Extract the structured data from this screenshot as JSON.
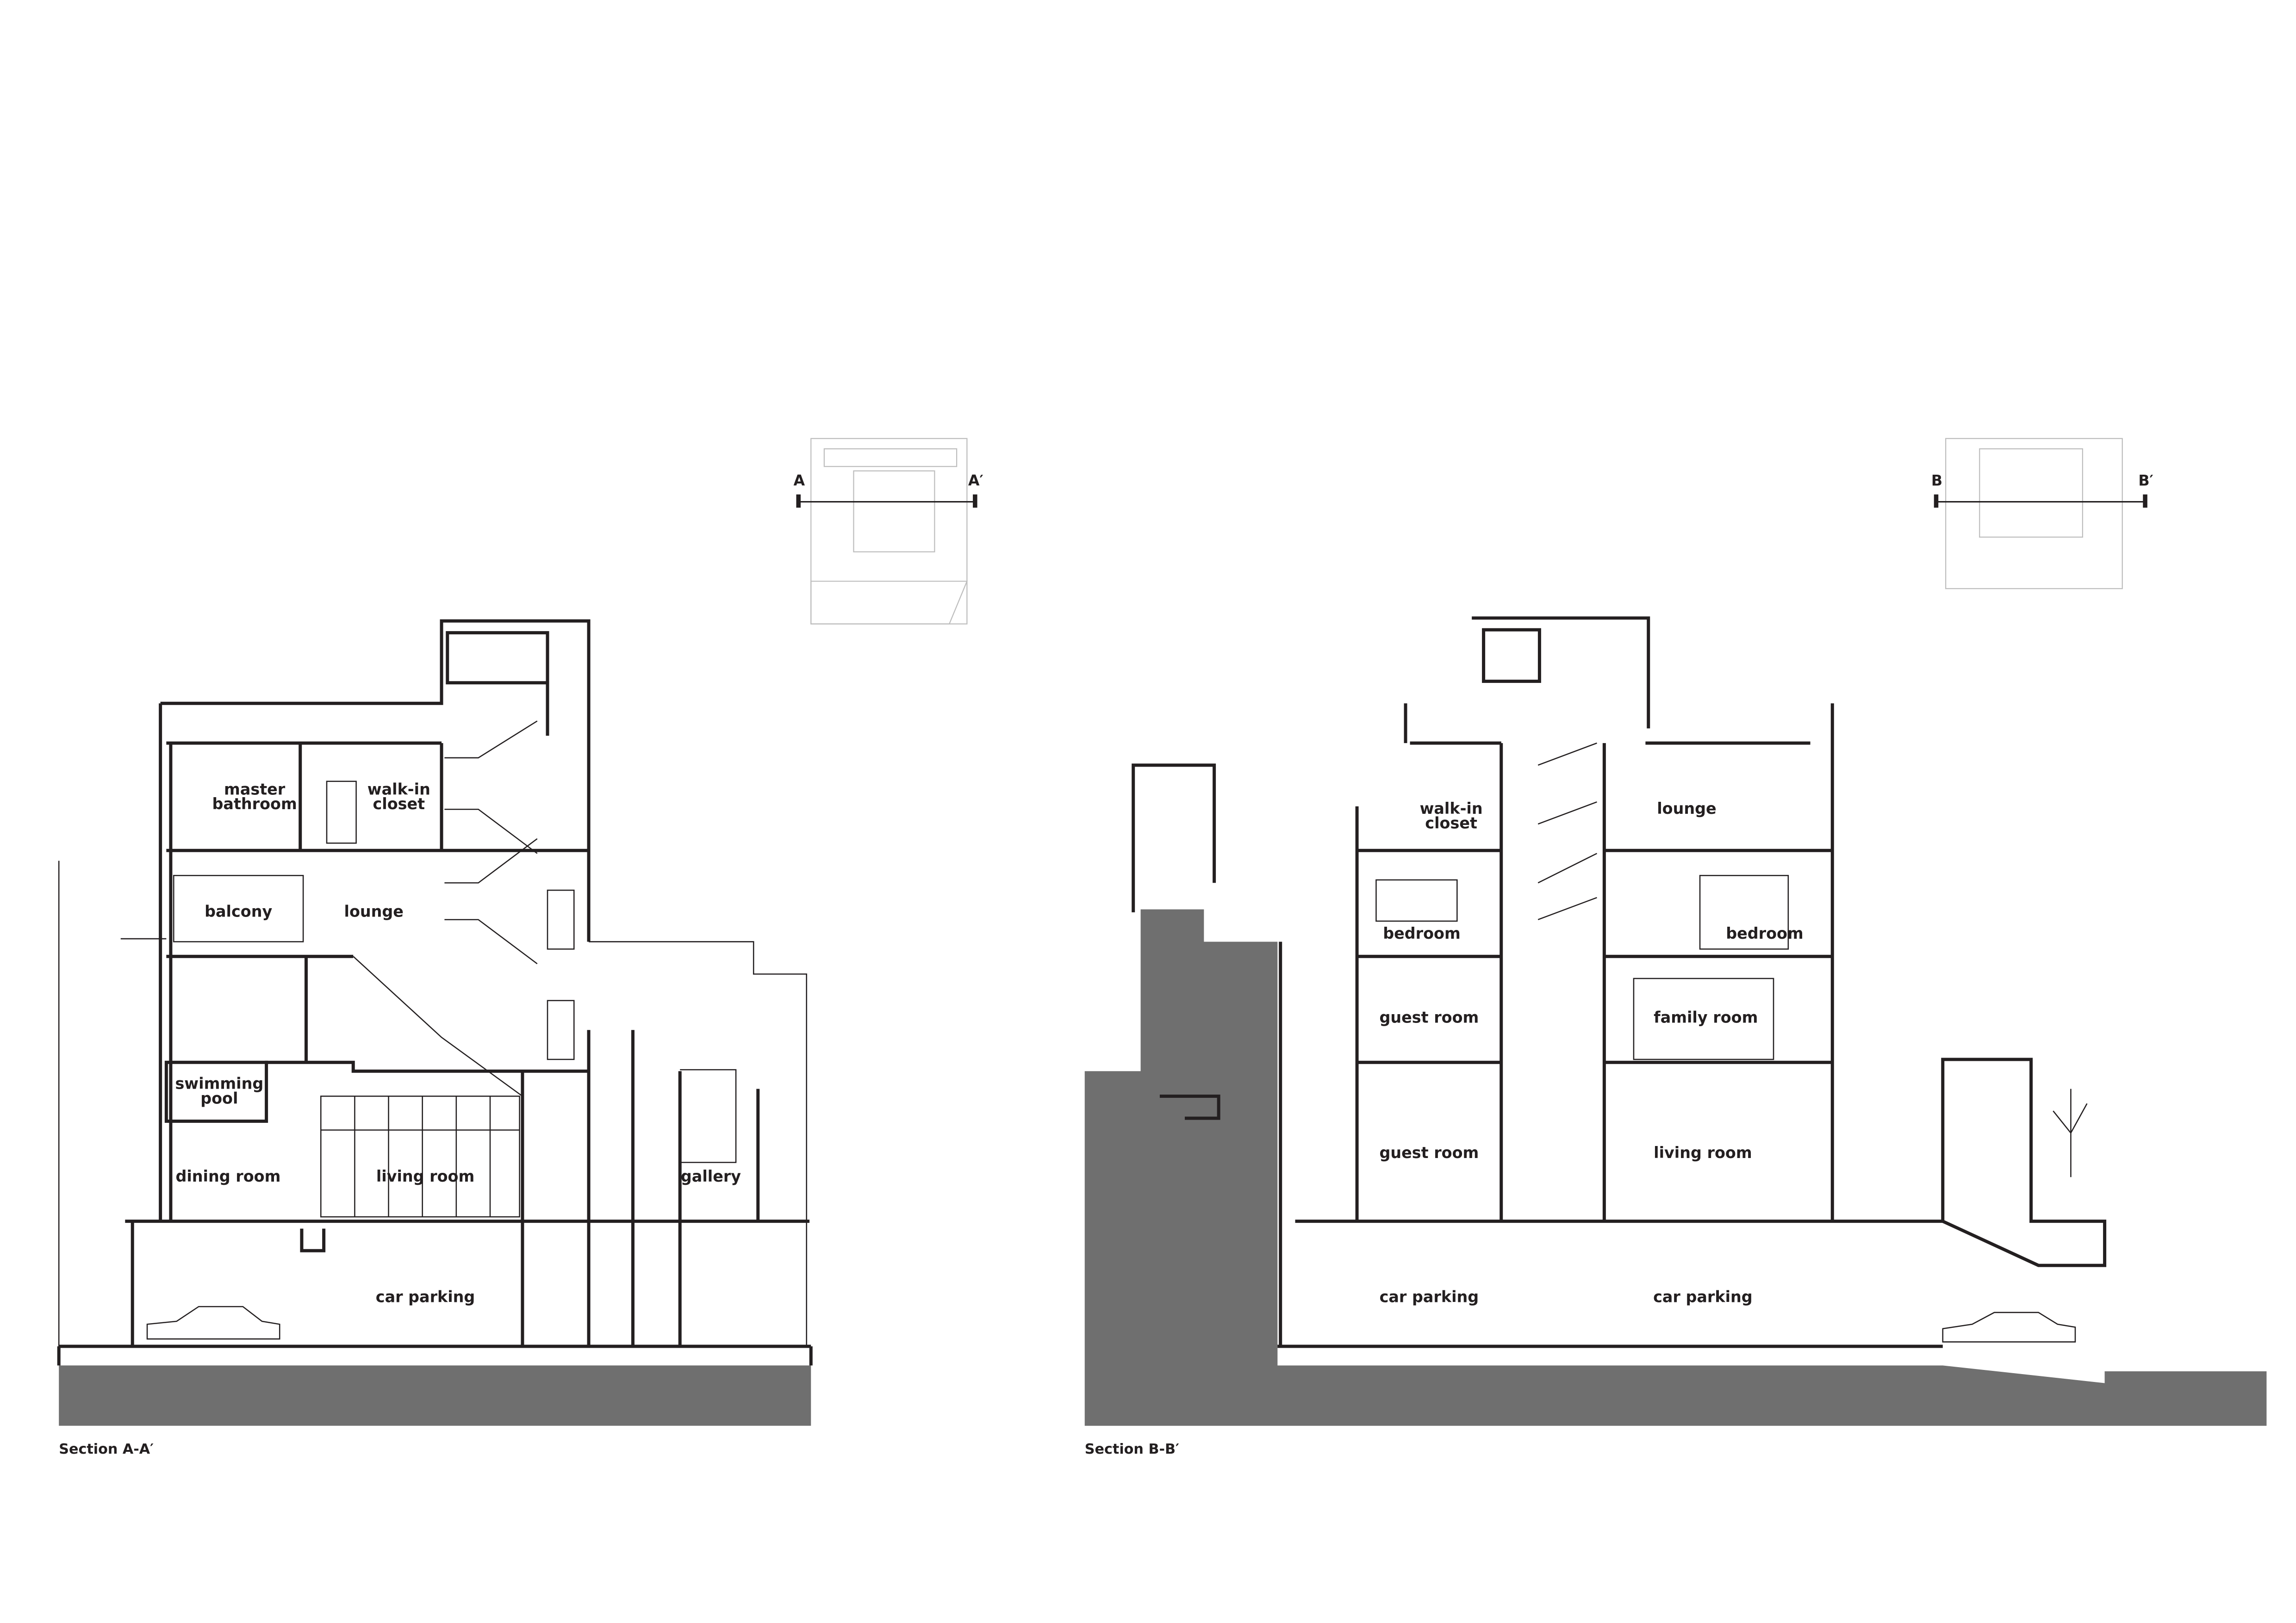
{
  "colors": {
    "ground": "#6f6f6f",
    "line": "#231f20",
    "key_plan": "#bdbdbd"
  },
  "section_a": {
    "caption": "Section A-A′",
    "key_marks": {
      "left": "A",
      "right": "A′"
    },
    "rooms": {
      "master_bathroom": [
        "master",
        "bathroom"
      ],
      "walk_in_closet": [
        "walk-in",
        "closet"
      ],
      "balcony": "balcony",
      "lounge": "lounge",
      "swimming_pool": [
        "swimming",
        "pool"
      ],
      "dining_room": "dining room",
      "living_room": "living room",
      "gallery": "gallery",
      "car_parking": "car parking"
    }
  },
  "section_b": {
    "caption": "Section B-B′",
    "key_marks": {
      "left": "B",
      "right": "B′"
    },
    "rooms": {
      "walk_in_closet": [
        "walk-in",
        "closet"
      ],
      "lounge": "lounge",
      "bedroom_left": "bedroom",
      "bedroom_right": "bedroom",
      "guest_room_upper": "guest room",
      "family_room": "family room",
      "guest_room_lower": "guest room",
      "living_room": "living room",
      "car_parking_left": "car parking",
      "car_parking_right": "car parking"
    }
  }
}
